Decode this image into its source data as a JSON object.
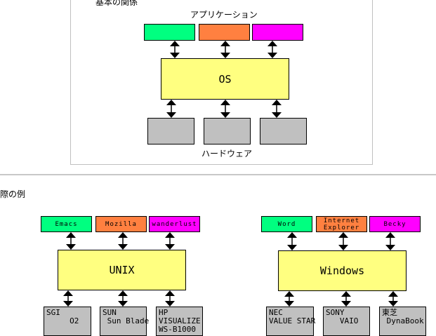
{
  "basic": {
    "title": "基本の関係",
    "apps_label": "アプリケーション",
    "os_label": "OS",
    "hardware_label": "ハードウェア",
    "colors": {
      "app1": "#00ff80",
      "app2": "#ff8040",
      "app3": "#ff00ff",
      "os": "#ffff80",
      "hardware": "#c0c0c0"
    }
  },
  "examples": {
    "title": "実際の例",
    "unix": {
      "apps": [
        "Emacs",
        "Mozilla",
        "wanderlust"
      ],
      "os": "UNIX",
      "hardware": [
        "SGI\n     O2",
        "SUN\n Sun Blade",
        "HP\nVISUALIZE\nWS-B1000"
      ]
    },
    "windows": {
      "apps": [
        "Word",
        "Internet\nExplorer",
        "Becky"
      ],
      "os": "Windows",
      "hardware": [
        "NEC\nVALUE STAR",
        "SONY\n   VAIO",
        "東芝\n DynaBook"
      ]
    }
  }
}
